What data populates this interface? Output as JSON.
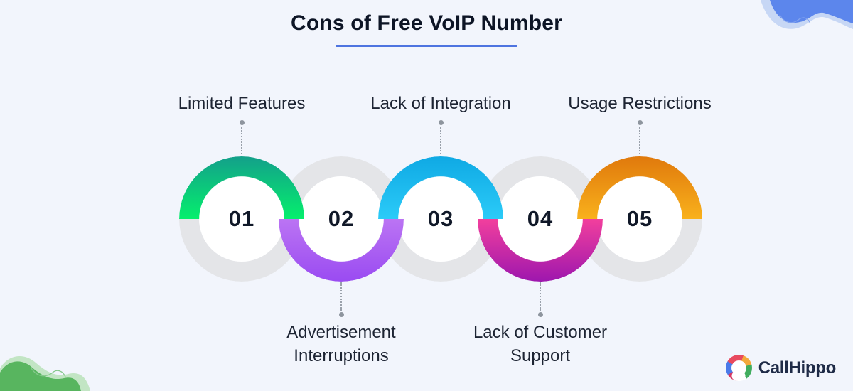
{
  "title": {
    "text": "Cons of Free VoIP Number",
    "color": "#0D1526",
    "underline_color": "#4E74E0"
  },
  "background_color": "#F2F5FC",
  "ring_gray": "#E4E5E8",
  "connector_color": "#9AA1AB",
  "label_color": "#1D2433",
  "number_color": "#101828",
  "steps": [
    {
      "number": "01",
      "label": "Limited Features",
      "label_position": "top",
      "arc_half": "top",
      "gradient": [
        "#13A08A",
        "#05EF6D"
      ]
    },
    {
      "number": "02",
      "label": "Advertisement Interruptions",
      "label_position": "bottom",
      "arc_half": "bottom",
      "gradient": [
        "#BB74F3",
        "#9A4BF2"
      ]
    },
    {
      "number": "03",
      "label": "Lack of Integration",
      "label_position": "top",
      "arc_half": "top",
      "gradient": [
        "#0FA9E4",
        "#2BCBF8"
      ]
    },
    {
      "number": "04",
      "label": "Lack of Customer Support",
      "label_position": "bottom",
      "arc_half": "bottom",
      "gradient": [
        "#F23F9D",
        "#9E17AE"
      ]
    },
    {
      "number": "05",
      "label": "Usage Restrictions",
      "label_position": "top",
      "arc_half": "top",
      "gradient": [
        "#E0790C",
        "#F9B11C"
      ]
    }
  ],
  "logo": {
    "text": "CallHippo",
    "text_color": "#1F2B47",
    "icon_colors": [
      "#E84A5F",
      "#F3A93C",
      "#41AD5E",
      "#FFFFFF",
      "#D63862",
      "#4A7AE9"
    ]
  },
  "decor": {
    "top_right_blue": "#5C86EC",
    "top_right_light": "#C7D7F5",
    "top_right_stroke": "#84A4EF",
    "bottom_left_green": "#58B55F",
    "bottom_left_light": "#C2E5C4",
    "bottom_left_stroke": "#86C98C"
  }
}
